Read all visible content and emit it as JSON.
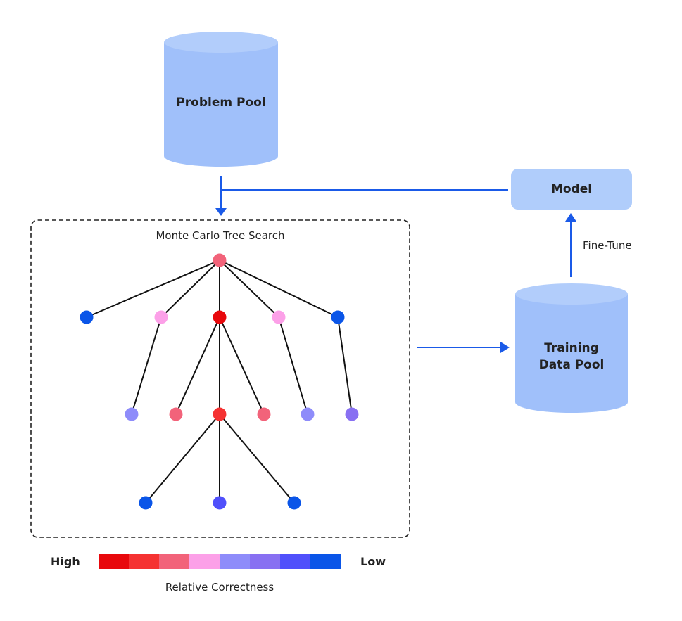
{
  "problem_pool": {
    "label": "Problem Pool"
  },
  "model": {
    "label": "Model"
  },
  "training_pool": {
    "label_line1": "Training",
    "label_line2": "Data Pool"
  },
  "fine_tune": {
    "label": "Fine-Tune"
  },
  "mcts": {
    "title": "Monte Carlo Tree Search",
    "nodes": [
      {
        "id": "root",
        "level": 0,
        "color_index": 2
      },
      {
        "id": "a",
        "level": 1,
        "color_index": 7,
        "parent": "root"
      },
      {
        "id": "b",
        "level": 1,
        "color_index": 3,
        "parent": "root"
      },
      {
        "id": "c",
        "level": 1,
        "color_index": 0,
        "parent": "root"
      },
      {
        "id": "d",
        "level": 1,
        "color_index": 3,
        "parent": "root"
      },
      {
        "id": "e",
        "level": 1,
        "color_index": 7,
        "parent": "root"
      },
      {
        "id": "b1",
        "level": 2,
        "color_index": 4,
        "parent": "b"
      },
      {
        "id": "c1",
        "level": 2,
        "color_index": 2,
        "parent": "c"
      },
      {
        "id": "c2",
        "level": 2,
        "color_index": 1,
        "parent": "c"
      },
      {
        "id": "c3",
        "level": 2,
        "color_index": 2,
        "parent": "c"
      },
      {
        "id": "d1",
        "level": 2,
        "color_index": 4,
        "parent": "d"
      },
      {
        "id": "e1",
        "level": 2,
        "color_index": 5,
        "parent": "e"
      },
      {
        "id": "c21",
        "level": 3,
        "color_index": 7,
        "parent": "c2"
      },
      {
        "id": "c22",
        "level": 3,
        "color_index": 6,
        "parent": "c2"
      },
      {
        "id": "c23",
        "level": 3,
        "color_index": 7,
        "parent": "c2"
      }
    ]
  },
  "legend": {
    "high_label": "High",
    "low_label": "Low",
    "caption": "Relative Correctness",
    "colors": [
      "#e8080c",
      "#f53232",
      "#f2637a",
      "#fca0e8",
      "#8e8cfa",
      "#8870f2",
      "#5050fb",
      "#0a55e8"
    ]
  },
  "colors": {
    "cylinder_body": "#a0c0fa",
    "cylinder_top": "#b2cdfb",
    "model_box": "#b0cdfb",
    "arrow": "#1a5ae8",
    "edge": "#111111",
    "dashed_border": "#222222"
  }
}
